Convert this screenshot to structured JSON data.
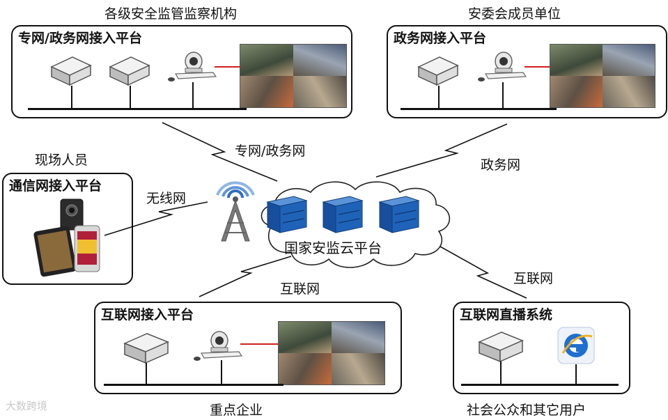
{
  "top_left": {
    "caption": "各级安全监管监察机构",
    "title": "专网/政务网接入平台"
  },
  "top_right": {
    "caption": "安委会成员单位",
    "title": "政务网接入平台"
  },
  "left": {
    "caption": "现场人员",
    "title": "通信网接入平台"
  },
  "bottom_center": {
    "caption": "重点企业",
    "title": "互联网接入平台"
  },
  "bottom_right": {
    "caption": "社会公众和其它用户",
    "title": "互联网直播系统"
  },
  "cloud": {
    "label": "国家安监云平台"
  },
  "links": {
    "top_left": "专网/政务网",
    "top_right": "政务网",
    "left": "无线网",
    "bottom_center": "互联网",
    "bottom_right": "互联网"
  },
  "icons": {
    "server": "server-box-icon",
    "video_terminal": "video-conference-terminal-icon",
    "mobile": "mobile-devices-icon",
    "tower": "radio-tower-icon",
    "browser": "ie-browser-icon",
    "cloud_server": "blue-server-icon"
  },
  "colors": {
    "server_blue": "#1f63b8",
    "link_red": "#d31f1f",
    "cloud_stroke": "#222222"
  },
  "watermark": "大数跨境"
}
